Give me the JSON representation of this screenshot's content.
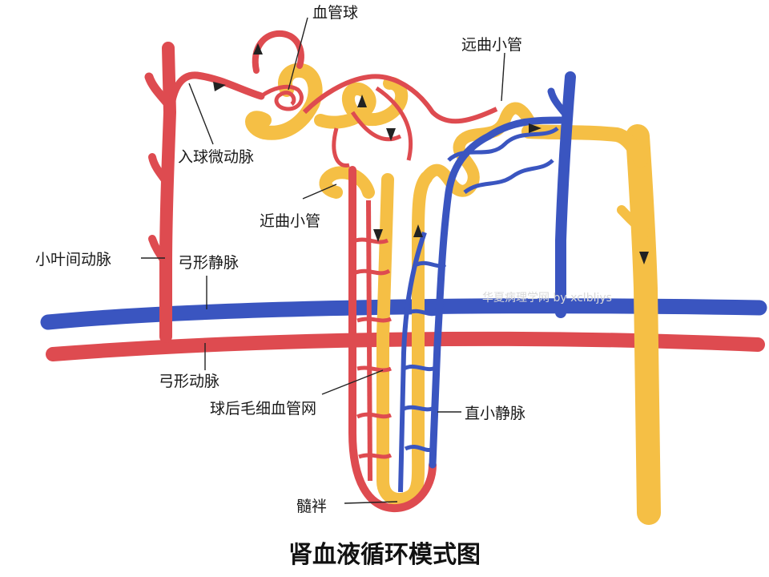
{
  "colors": {
    "artery": "#de4b50",
    "artery_edge": "#b83a40",
    "vein": "#3a55c0",
    "vein_edge": "#2a3f95",
    "tubule": "#f5bf45",
    "tubule_edge": "#d99a2b",
    "background": "#ffffff"
  },
  "labels": {
    "glomerulus": "血管球",
    "distal_convoluted_tubule": "远曲小管",
    "afferent_arteriole": "入球微动脉",
    "proximal_convoluted_tubule": "近曲小管",
    "interlobular_artery": "小叶间动脉",
    "arcuate_vein": "弓形静脉",
    "arcuate_artery": "弓形动脉",
    "peritubular_capillary_network": "球后毛细血管网",
    "vasa_recta_vein": "直小静脉",
    "medullary_loop": "髓袢"
  },
  "title": "肾血液循环模式图",
  "watermark": "华夏病理学网 by xclbljys",
  "icons": [
    "flow-arrow-icon"
  ]
}
